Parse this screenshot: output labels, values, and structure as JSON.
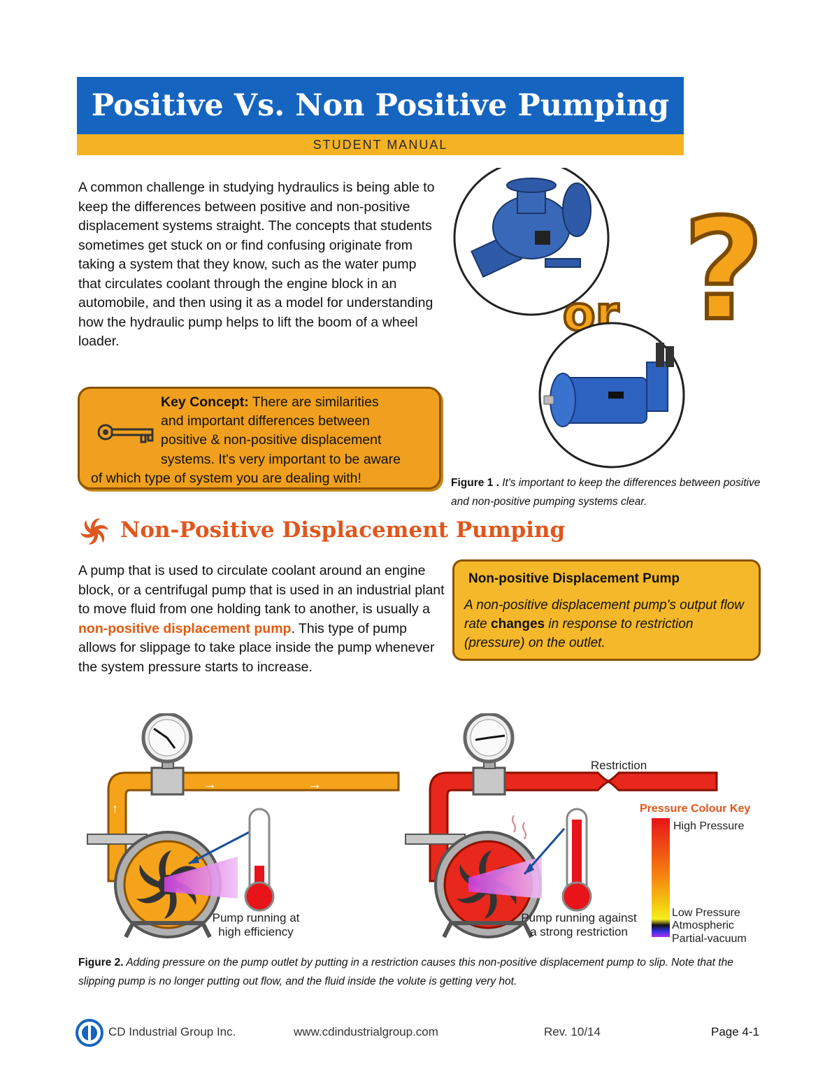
{
  "header": {
    "title": "Positive Vs. Non Positive Pumping",
    "subtitle": "STUDENT MANUAL"
  },
  "intro": {
    "text": "A common challenge in studying hydraulics is being able to keep the differences between positive and non-positive displacement systems straight.  The concepts that students sometimes get stuck on or find confusing originate from taking a system that they know, such as the water pump that circulates coolant through the engine block in an automobile, and then using it as a model for understanding how the hydraulic pump helps to lift the boom of a wheel loader."
  },
  "key_concept": {
    "label": "Key Concept:",
    "line1": " There are similarities",
    "line2": "and important differences between",
    "line3": "positive & non-positive displacement",
    "line4": "systems. It's very important to be aware",
    "line5": "of which type of system you are dealing with!",
    "icon": "key-icon"
  },
  "figure1": {
    "or_text": "or",
    "question_mark": "?",
    "caption_label": "Figure 1 .",
    "caption_text": " It's important to keep the differences between positive and non-positive pumping systems clear."
  },
  "section": {
    "title": "Non-Positive Displacement Pumping",
    "icon": "impeller-icon"
  },
  "np_paragraph": {
    "before": "A pump that is used to circulate coolant around an engine block, or a centrifugal pump that is used in an industrial plant to move fluid from one holding tank to another, is usually a ",
    "highlight": "non-positive displacement pump",
    "after": ". This type of pump allows for slippage to take place inside the pump whenever the system pressure starts to increase."
  },
  "definition": {
    "title": "Non-positive Displacement Pump",
    "before": "A non-positive displacement pump's output flow rate ",
    "bold": "changes",
    "after": " in response to restriction (pressure) on the outlet."
  },
  "figure2": {
    "left_label_1": "Pump running at",
    "left_label_2": "high efficiency",
    "right_label_1": "Pump running against",
    "right_label_2": "a strong restriction",
    "restriction": "Restriction",
    "key_title": "Pressure Colour Key",
    "key_high": "High Pressure",
    "key_low": "Low Pressure",
    "key_atm": "Atmospheric",
    "key_vac": "Partial-vacuum",
    "caption_label": "Figure 2.",
    "caption_text": " Adding pressure on the pump outlet by putting in a restriction causes this non-positive displacement pump to slip. Note that the slipping pump is no longer putting out flow, and the fluid inside the volute is getting very hot.",
    "colors": {
      "low": "#f5a31a",
      "high": "#e8281c",
      "pipe_outline": "#8a5200"
    }
  },
  "footer": {
    "company": "CD Industrial Group Inc.",
    "url": "www.cdindustrialgroup.com",
    "rev": "Rev. 10/14",
    "page": "Page 4-1",
    "logo": "cd-logo-icon"
  },
  "colors": {
    "banner_blue": "#1565c0",
    "banner_gold": "#f5b324",
    "accent_orange": "#e0561c",
    "box_orange": "#f0a01e"
  }
}
